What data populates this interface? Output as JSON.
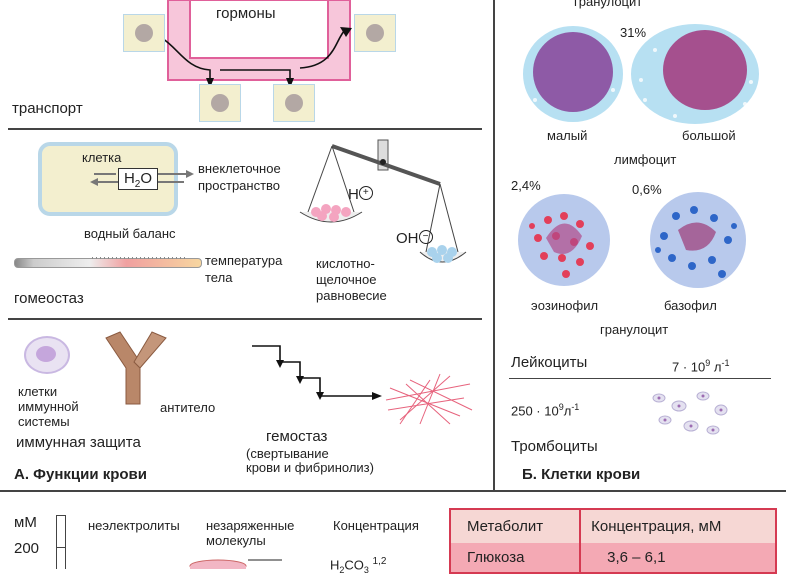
{
  "left": {
    "transport": {
      "hormones": "гормоны",
      "label": "транспорт"
    },
    "homeostasis": {
      "cell": "клетка",
      "water": "H",
      "water_sub": "2",
      "water_o": "O",
      "extracellular": [
        "внеклеточное",
        "пространство"
      ],
      "water_balance": "водный баланс",
      "temperature": [
        "температура",
        "тела"
      ],
      "h_ion": "H",
      "h_sign": "+",
      "oh_ion": "OH",
      "oh_sign": "−",
      "acid_base": [
        "кислотно-",
        "щелочное",
        "равновесие"
      ],
      "label": "гомеостаз"
    },
    "immune": {
      "cells": [
        "клетки",
        "иммунной",
        "системы"
      ],
      "antibody": "антитело",
      "label": "иммунная защита",
      "hemostasis": "гемостаз",
      "hemostasis_note": [
        "(свертывание",
        "крови и фибринолиз)"
      ]
    },
    "section_title": "А. Функции крови"
  },
  "right": {
    "granulocyte_top": "гранулоцит",
    "pct_lymph": "31%",
    "small": "малый",
    "large": "большой",
    "lymphocyte": "лимфоцит",
    "pct_eos": "2,4%",
    "pct_baso": "0,6%",
    "eosinophil": "эозинофил",
    "basophil": "базофил",
    "granulocyte": "гранулоцит",
    "leukocytes": "Лейкоциты",
    "leuko_val": "7 · 10",
    "leuko_exp": "9",
    "leuko_unit": " л",
    "leuko_unit_exp": "-1",
    "platelet_val": "250 · 10",
    "platelet_exp": "9",
    "platelet_unit": "л",
    "platelet_unit_exp": "-1",
    "platelets": "Тромбоциты",
    "section_title": "Б. Клетки крови"
  },
  "bottom": {
    "mm": "мМ",
    "tick200": "200",
    "nonelectrolytes": "неэлектролиты",
    "uncharged": [
      "незаряженные",
      "молекулы"
    ],
    "concentration": "Концентрация",
    "h2co3": "H",
    "h2co3_sub": "2",
    "h2co3_rest": "CO",
    "h2co3_sub2": "3",
    "h2co3_note": "1,2",
    "table_headers": [
      "Метаболит",
      "Концентрация, мМ"
    ],
    "table_row": [
      "Глюкоза",
      "3,6 – 6,1"
    ]
  },
  "colors": {
    "hormone_pipe": "#f7c6da",
    "hormone_pipe_border": "#e0609a",
    "cell_bg": "#f3efcf",
    "cell_border": "#b9d7e8",
    "table_header": "#f6d7d4",
    "table_row": "#f4a9b4",
    "table_border": "#d53a52"
  }
}
